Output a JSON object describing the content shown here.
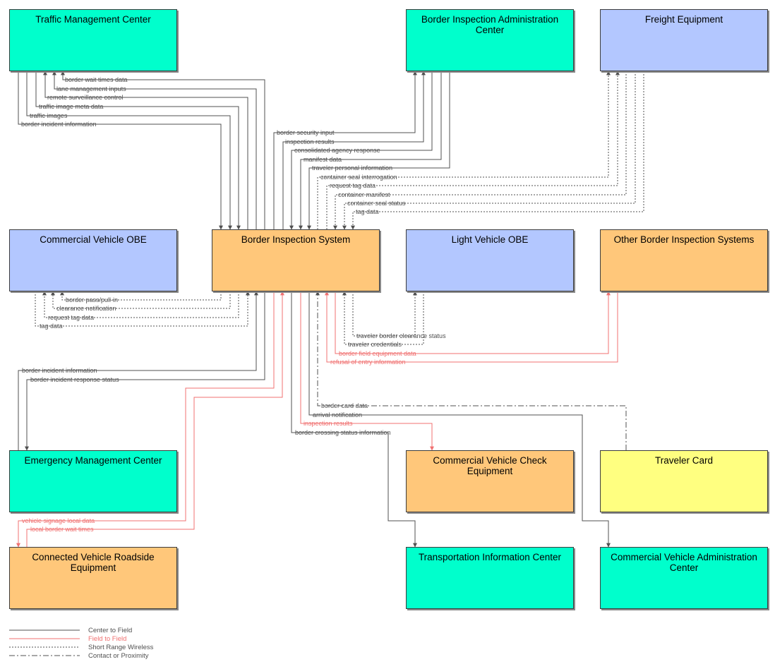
{
  "colors": {
    "center": "#00ffcc",
    "vehicle": "#b3c7ff",
    "field": "#ffc77a",
    "traveler": "#ffff80",
    "center_to_field": "#505050",
    "field_to_field": "#f07070",
    "short_range": "#505050",
    "contact": "#505050"
  },
  "nodes": {
    "tmc": "Traffic Management Center",
    "biac": "Border Inspection Administration Center",
    "freight": "Freight Equipment",
    "cvobe": "Commercial Vehicle OBE",
    "bis": "Border Inspection System",
    "lvobe": "Light Vehicle OBE",
    "obis": "Other Border Inspection Systems",
    "emc": "Emergency Management Center",
    "cvce": "Commercial Vehicle Check Equipment",
    "tcard": "Traveler Card",
    "cvrse": "Connected Vehicle Roadside Equipment",
    "tic": "Transportation Information Center",
    "cvac": "Commercial Vehicle Administration Center"
  },
  "flows": {
    "f_bwt": "border wait times data",
    "f_lmi": "lane management inputs",
    "f_rsc": "remote surveillance control",
    "f_timd": "traffic image meta data",
    "f_ti": "traffic images",
    "f_bii": "border incident information",
    "f_bsi": "border security input",
    "f_ir": "inspection results",
    "f_car": "consolidated agency response",
    "f_md": "manifest data",
    "f_tpi": "traveler personal information",
    "f_csi": "container seal interrogation",
    "f_rtd": "request tag data",
    "f_cm": "container manifest",
    "f_css": "container seal status",
    "f_td": "tag data",
    "f_bpp": "border pass/pull-in",
    "f_cn": "clearance notification",
    "f_rtd2": "request tag data",
    "f_td2": "tag data",
    "f_tbcs": "traveler border clearance status",
    "f_tc": "traveler credentials",
    "f_bfed": "border field equipment data",
    "f_roe": "refusal of entry information",
    "f_bii2": "border incident information",
    "f_birs": "border incident response status",
    "f_bcd": "border card data",
    "f_an": "arrival notification",
    "f_ir2": "inspection results",
    "f_bcsi": "border crossing status information",
    "f_vsld": "vehicle signage local data",
    "f_lbwt": "local border wait times"
  },
  "legend": {
    "center_to_field": "Center to Field",
    "field_to_field": "Field to Field",
    "short_range": "Short Range Wireless",
    "contact": "Contact or Proximity"
  }
}
